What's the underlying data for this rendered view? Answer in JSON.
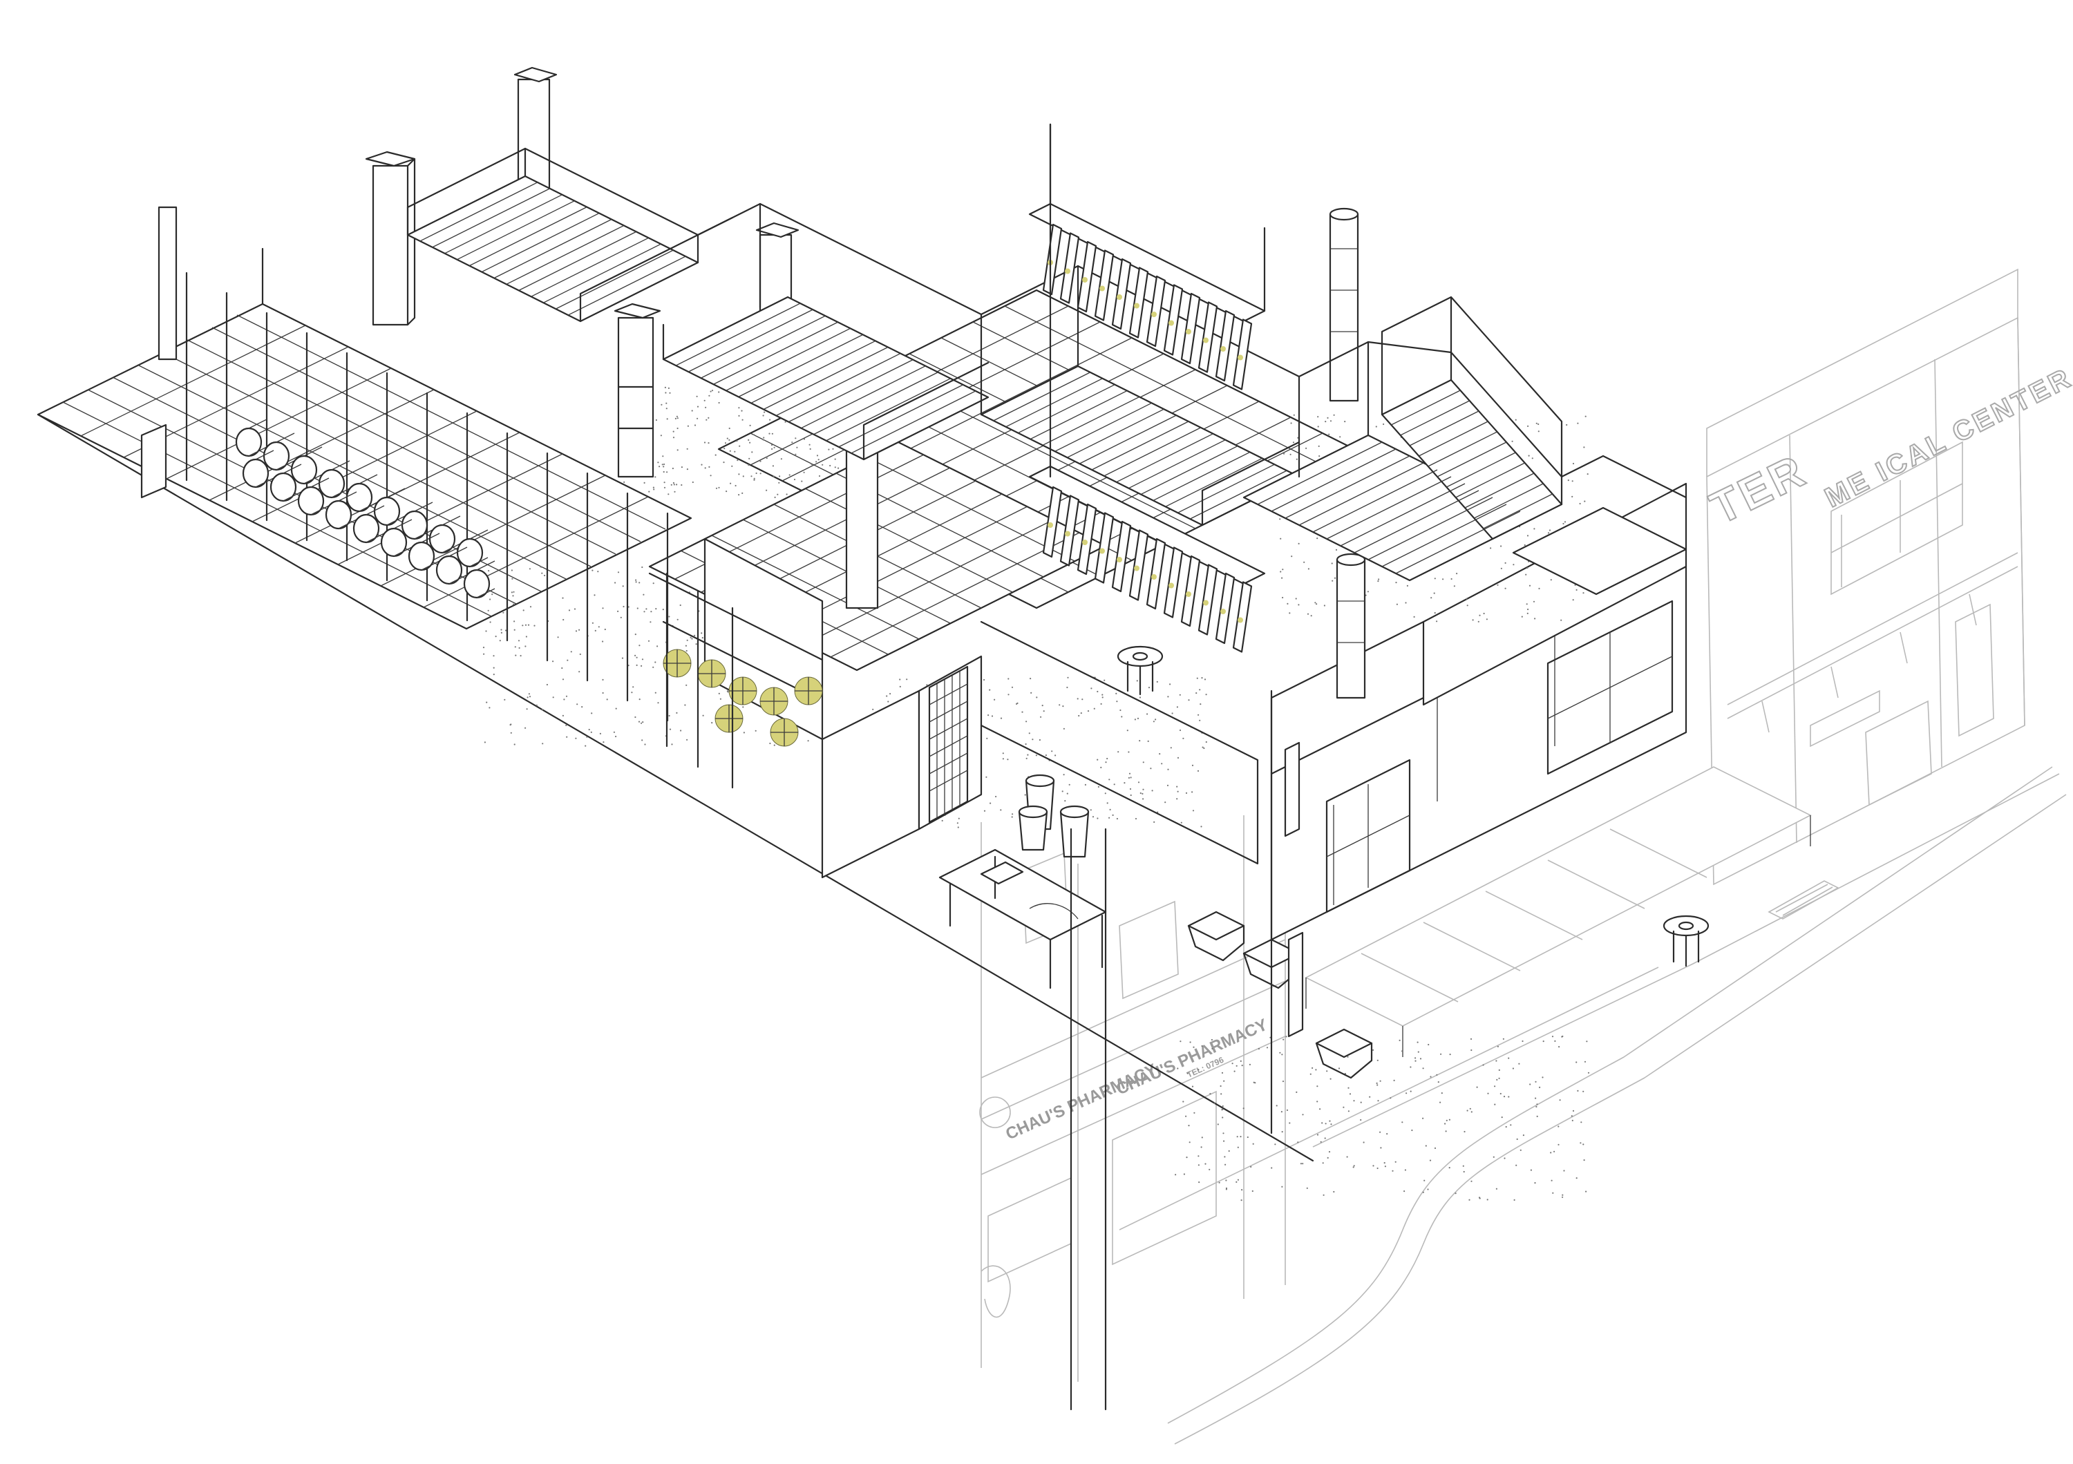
{
  "drawing": {
    "signs": {
      "building_fragment": "TER",
      "medical_center": "ME ICAL CENTER",
      "pharmacy_1": "CHAU'S PHARMACY",
      "pharmacy_2": "CHAU'S PHARMACY",
      "pharmacy_tel": "TEL: 0796"
    },
    "colors": {
      "line": "#2b2b2b",
      "faint_line": "#b9b9b9",
      "planting": "#d6d27a",
      "background": "#ffffff"
    }
  }
}
